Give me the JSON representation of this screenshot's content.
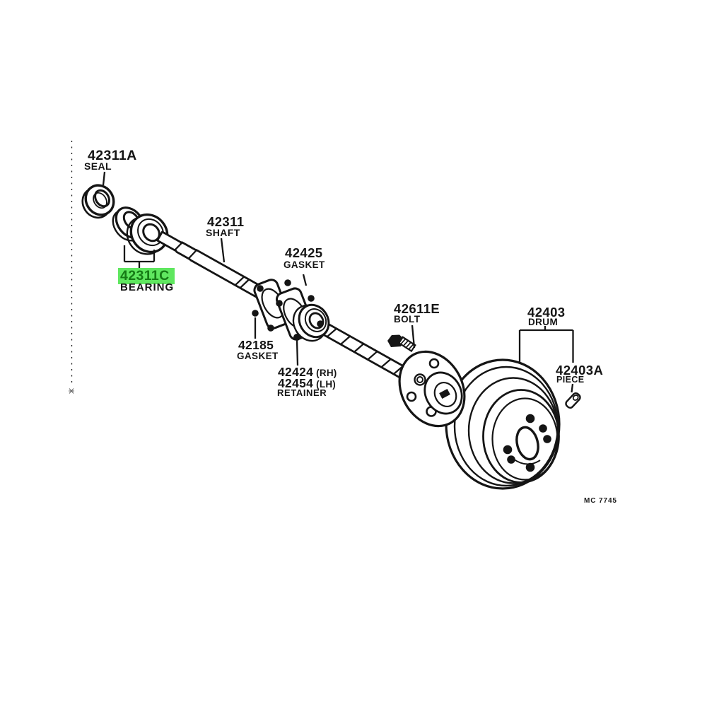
{
  "figure_code": "MC 7745",
  "highlight": {
    "part": "42311C",
    "bg": "#5fe75f",
    "text": "#157a15"
  },
  "parts": [
    {
      "number": "42311A",
      "name": "SEAL"
    },
    {
      "number": "42311C",
      "name": "BEARING",
      "highlighted": true
    },
    {
      "number": "42311",
      "name": "SHAFT"
    },
    {
      "number": "42425",
      "name": "GASKET"
    },
    {
      "number": "42185",
      "name": "GASKET"
    },
    {
      "number": "42424",
      "side": "(RH)",
      "number_alt": "42454",
      "side_alt": "(LH)",
      "name": "RETAINER"
    },
    {
      "number": "42611E",
      "name": "BOLT"
    },
    {
      "number": "42403",
      "name": "DRUM"
    },
    {
      "number": "42403A",
      "name": "PIECE"
    }
  ]
}
